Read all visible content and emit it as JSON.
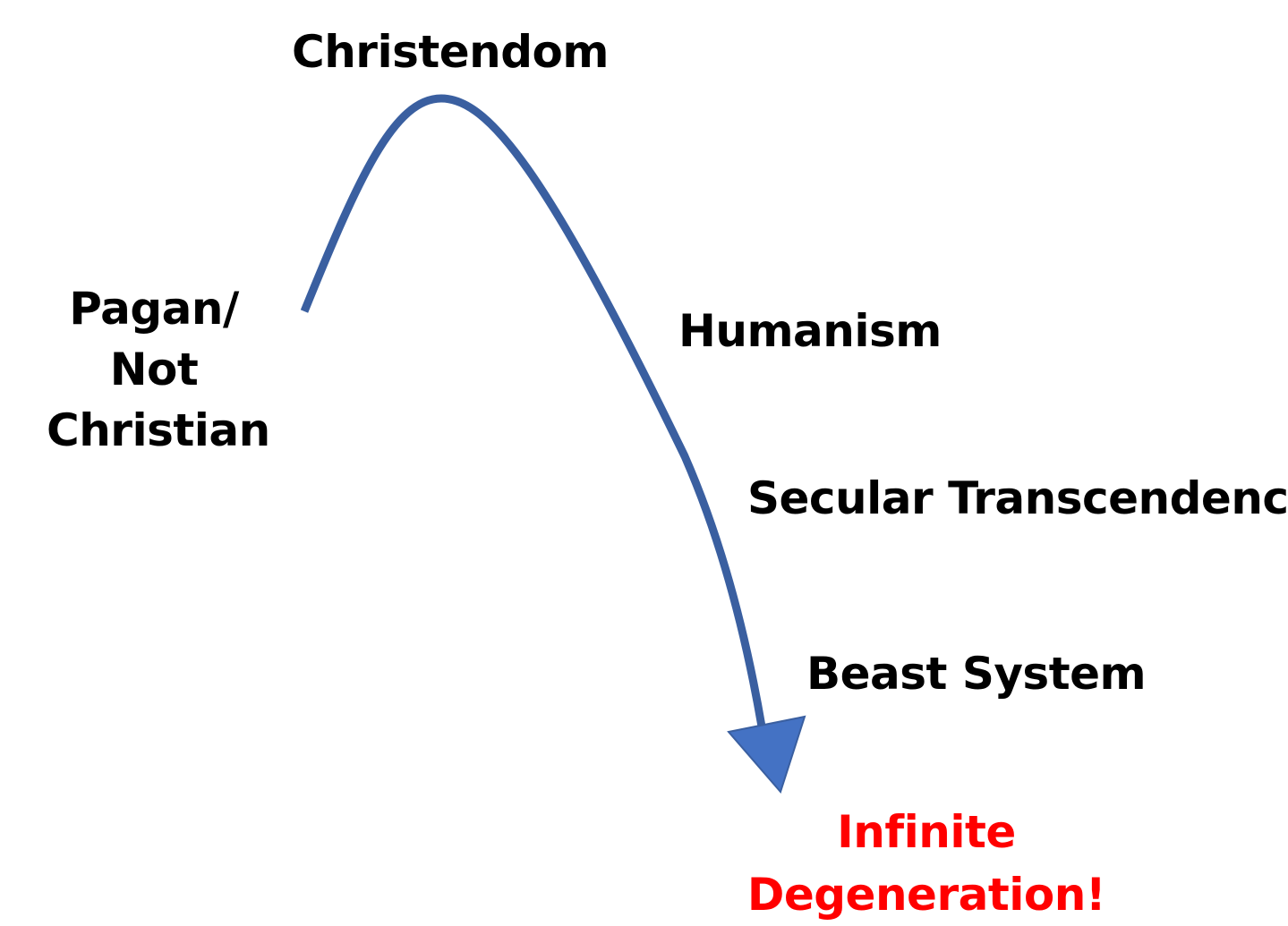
{
  "labels": {
    "christendom": "Christendom",
    "pagan_line1": "Pagan/",
    "pagan_line2": "Not",
    "pagan_line3": "Christian",
    "humanism": "Humanism",
    "secular": "Secular Transcendence",
    "beast": "Beast System",
    "infinite_line1": "Infinite",
    "infinite_line2": "Degeneration!"
  },
  "colors": {
    "arrow": "#3A5FA0",
    "text": "#000000",
    "highlight": "#FF0000"
  }
}
